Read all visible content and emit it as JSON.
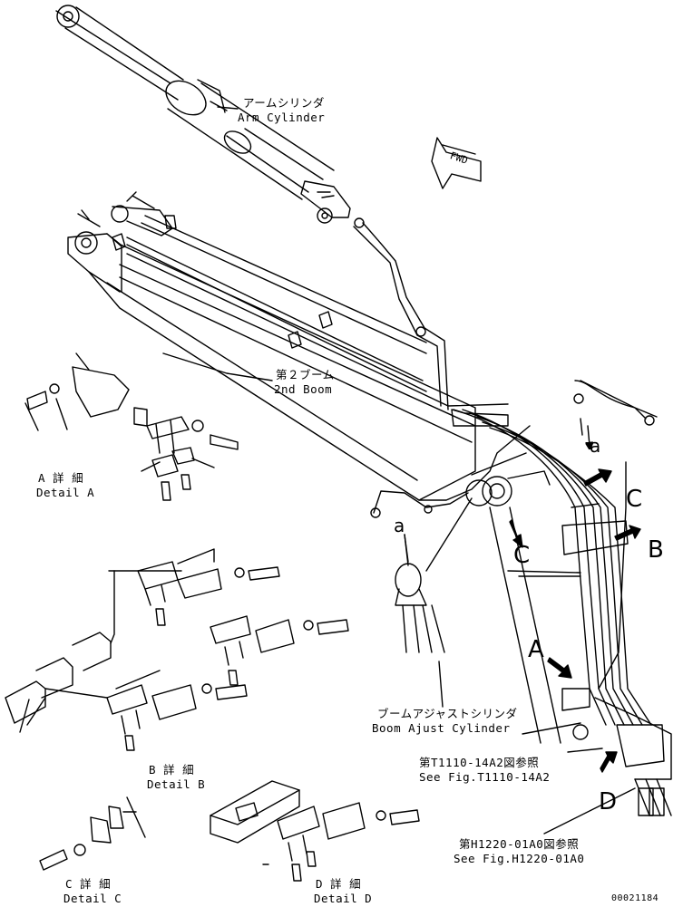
{
  "labels": {
    "arm_cylinder_jp": "アームシリンダ",
    "arm_cylinder_en": "Arm Cylinder",
    "second_boom_jp": "第２ブーム",
    "second_boom_en": "2nd Boom",
    "boom_adjust_jp": "ブームアジャストシリンダ",
    "boom_adjust_en": "Boom Ajust Cylinder",
    "fwd": "FWD",
    "ref1_jp": "第T1110-14A2図参照",
    "ref1_en": "See Fig.T1110-14A2",
    "ref2_jp": "第H1220-01A0図参照",
    "ref2_en": "See Fig.H1220-01A0",
    "detail_a_jp": "A 詳 細",
    "detail_a_en": "Detail A",
    "detail_b_jp": "B 詳 細",
    "detail_b_en": "Detail B",
    "detail_c_jp": "C 詳 細",
    "detail_c_en": "Detail C",
    "detail_d_jp": "D 詳 細",
    "detail_d_en": "Detail D",
    "marker_a": "A",
    "marker_b": "B",
    "marker_c": "C",
    "marker_d": "D",
    "view_a1": "a",
    "view_a2": "a",
    "view_c": "C",
    "drawing_no": "00021184"
  }
}
